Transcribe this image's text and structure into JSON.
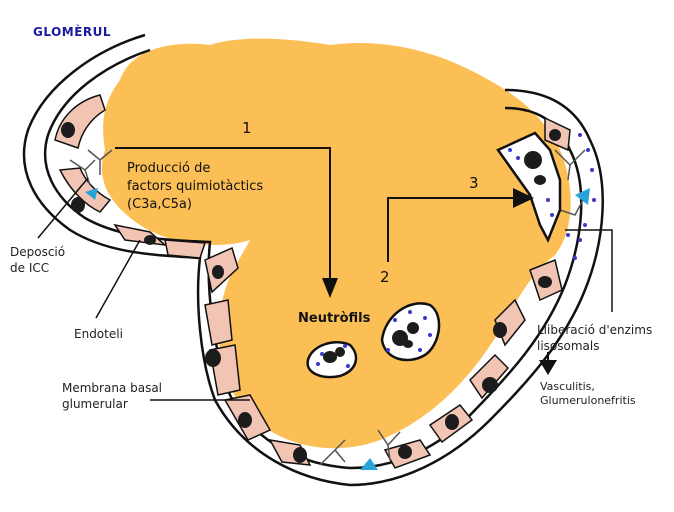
{
  "title": "GLOMÈRUL",
  "steps": {
    "step1": "1",
    "step2": "2",
    "step3": "3"
  },
  "chemotactic": {
    "line1": "Producció de",
    "line2": "factors quimiotàctics",
    "line3": "(C3a,C5a)"
  },
  "neutrophils_label": "Neutròfils",
  "labels": {
    "icc_line1": "Deposció",
    "icc_line2": "de ICC",
    "endothelium": "Endoteli",
    "membrane_line1": "Membrana basal",
    "membrane_line2": "glumerular",
    "enzymes_line1": "Lliberació d'enzims",
    "enzymes_line2": "lisosomals",
    "outcome_line1": "Vasculitis,",
    "outcome_line2": "Glumerulonefritis"
  },
  "colors": {
    "lumen": "#fbbf55",
    "cell": "#f2c4b4",
    "nucleus": "#1c1c1c",
    "granule": "#3a3ac8",
    "complement": "#2aa4d8"
  }
}
